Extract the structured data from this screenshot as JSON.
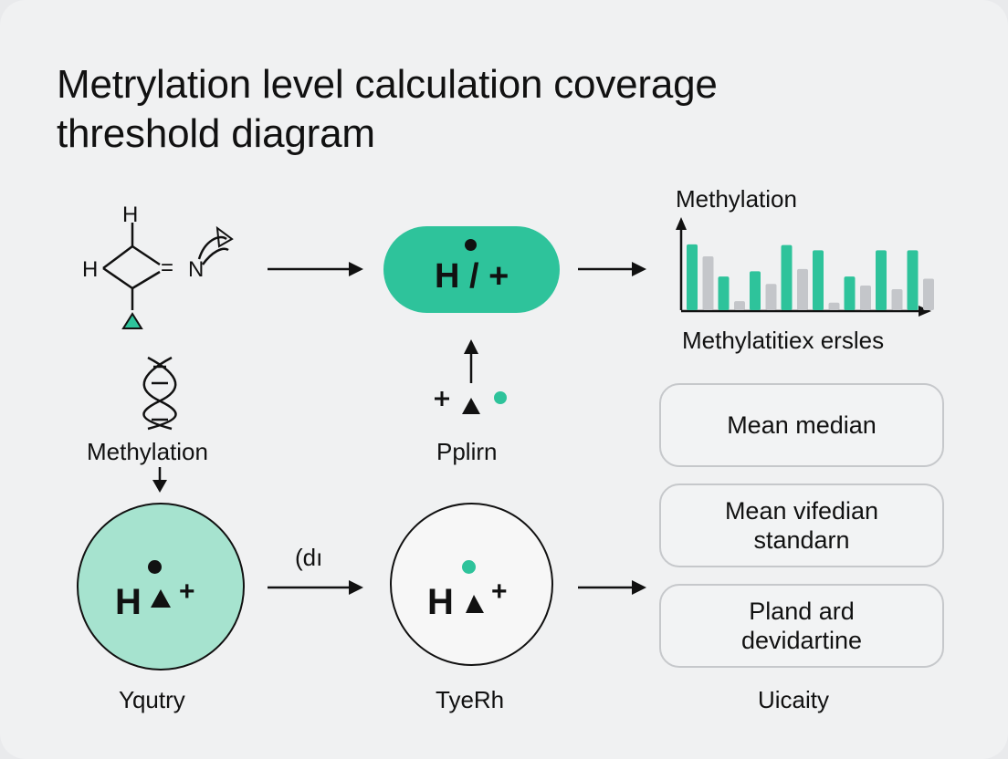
{
  "title_line1": "Metrylation level calculation coverage",
  "title_line2": "threshold diagram",
  "molecule": {
    "atoms": [
      "H",
      "H",
      "N"
    ],
    "bond": "="
  },
  "pill": {
    "text": "H / +"
  },
  "chart": {
    "title": "Methylation",
    "xlabel": "Methylatitiex ersles"
  },
  "chart_data": {
    "type": "bar",
    "title": "Methylation",
    "xlabel": "Methylatitiex ersles",
    "ylabel": "",
    "legend": "none",
    "grid": false,
    "categories": [
      "",
      "",
      "",
      "",
      "",
      "",
      "",
      "",
      "",
      "",
      "",
      "",
      "",
      "",
      "",
      ""
    ],
    "series": [
      {
        "color": "#2ec39b",
        "values": [
          0.88,
          0.45,
          0.52,
          0.87,
          0.8,
          0.45,
          0.8,
          0.8
        ]
      },
      {
        "color": "#c4c6ca",
        "values": [
          0.72,
          0.12,
          0.35,
          0.55,
          0.1,
          0.33,
          0.28,
          0.42
        ]
      }
    ],
    "ylim": [
      0,
      1
    ]
  },
  "dna_label": "Methylation",
  "small_label": "Pplirn",
  "arrow_label": "(dı",
  "circle_a": {
    "h": "H",
    "plus": "+",
    "caption": "Yqutry"
  },
  "circle_b": {
    "h": "H",
    "plus": "+",
    "caption": "TyeRh"
  },
  "boxes": [
    {
      "line1": "Mean median",
      "line2": ""
    },
    {
      "line1": "Mean vifedian",
      "line2": "standarn"
    },
    {
      "line1": "Pland ard",
      "line2": "devidartine"
    }
  ],
  "boxes_caption": "Uicaity",
  "colors": {
    "accent": "#2ec39b",
    "accent_light": "#a6e3cf",
    "gray_bar": "#c4c6ca"
  }
}
